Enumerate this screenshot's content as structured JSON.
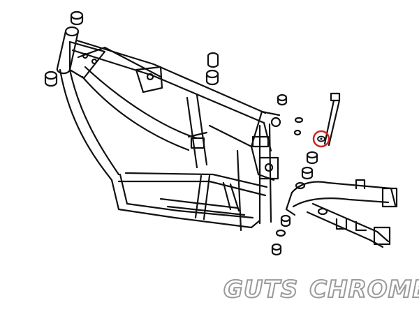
{
  "brand": {
    "word_left": "GUTS",
    "word_right": "CHROME",
    "logo_icon": "feather-icon",
    "logo_color": "#9a9a9a"
  },
  "diagram": {
    "line_color": "#111111",
    "highlight_color": "#d22222",
    "highlight_icon": "circle-highlight"
  }
}
